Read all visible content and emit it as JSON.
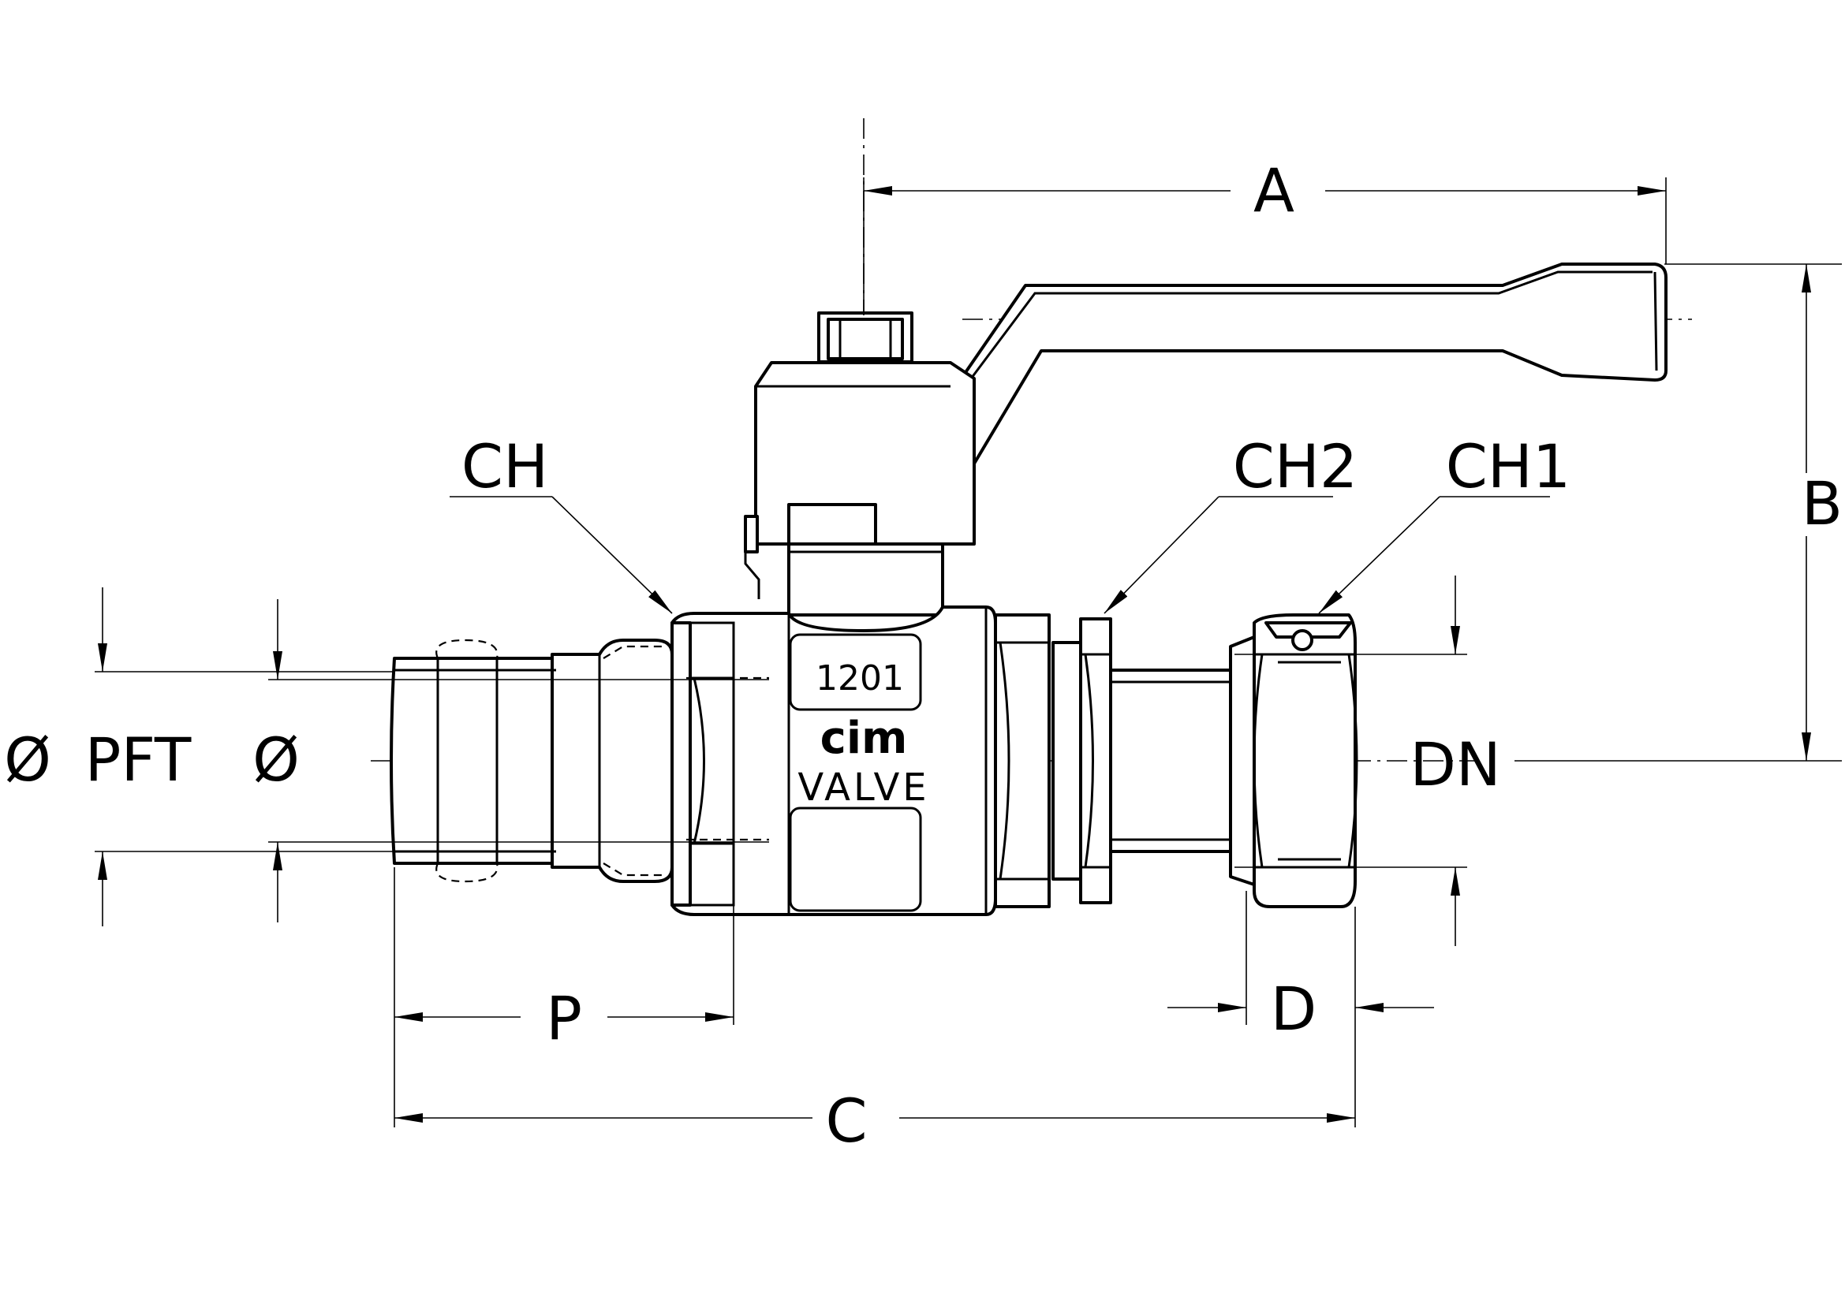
{
  "drawing": {
    "labels": {
      "A": "A",
      "B": "B",
      "C": "C",
      "D": "D",
      "P": "P",
      "DN": "DN",
      "CH": "CH",
      "CH1": "CH1",
      "CH2": "CH2",
      "dia_left": "Ø",
      "PFT": "PFT",
      "dia_right": "Ø"
    },
    "body_marks": {
      "code": "1201",
      "logo": "cim",
      "brand": "VALVE"
    }
  }
}
